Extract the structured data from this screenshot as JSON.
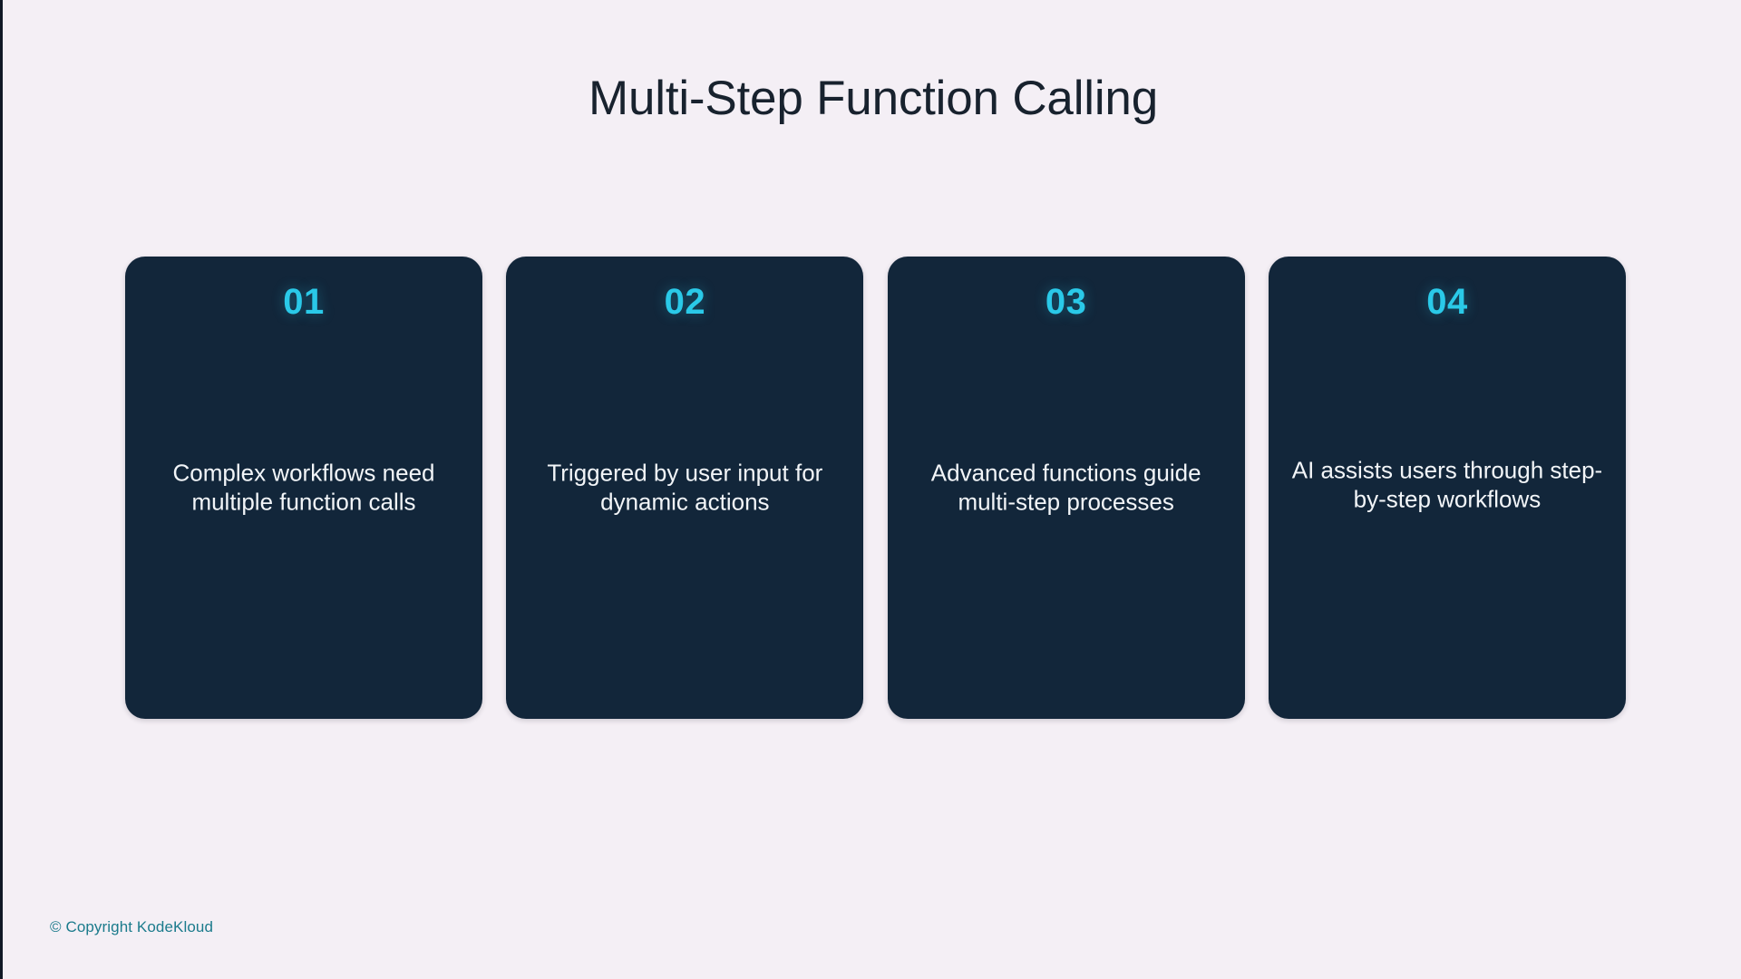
{
  "slide": {
    "title": "Multi-Step Function Calling",
    "background_color": "#f4eff5",
    "card_color": "#12263a",
    "accent_color": "#2ac9e8",
    "title_color": "#18222e",
    "body_text_color": "#f2f5f8",
    "footer_color": "#1b7b8c"
  },
  "cards": [
    {
      "number": "01",
      "text": "Complex workflows need multiple function calls"
    },
    {
      "number": "02",
      "text": "Triggered by user input for dynamic actions"
    },
    {
      "number": "03",
      "text": "Advanced functions guide multi-step processes"
    },
    {
      "number": "04",
      "text": "AI assists users through step-by-step workflows"
    }
  ],
  "footer": {
    "copyright": "© Copyright KodeKloud"
  }
}
